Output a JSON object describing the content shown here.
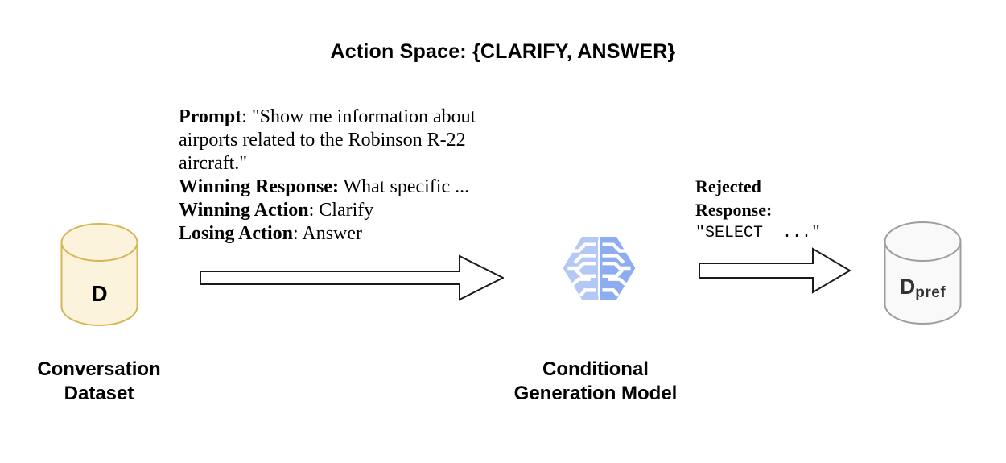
{
  "title": "Action Space: {CLARIFY, ANSWER}",
  "example": {
    "prompt_label": "Prompt",
    "prompt_rest": ": \"Show me information about",
    "line2": "airports related to the Robinson R-22",
    "line3": "aircraft.\"",
    "winning_response_label": "Winning Response:",
    "winning_response_rest": " What specific ...",
    "winning_action_label": "Winning Action",
    "winning_action_rest": ": Clarify",
    "losing_action_label": "Losing Action",
    "losing_action_rest": ": Answer"
  },
  "rejected": {
    "label_line1": "Rejected",
    "label_line2": "Response:",
    "code": "\"SELECT  ...\""
  },
  "conversation_dataset": {
    "cylinder_label": "D",
    "caption_line1": "Conversation",
    "caption_line2": "Dataset"
  },
  "model": {
    "caption_line1": "Conditional",
    "caption_line2": "Generation Model",
    "icon": "brain-icon"
  },
  "preference_dataset": {
    "label_main": "D",
    "label_sub": "pref"
  },
  "colors": {
    "dataset_fill": "#FCF3DC",
    "dataset_stroke": "#D6B656",
    "output_fill": "#F9F9F9",
    "output_stroke": "#9E9E9E",
    "brain_left": "#B4C8F5",
    "brain_right": "#8EADF1",
    "arrow_fill": "#FFFFFF",
    "arrow_stroke": "#1A1A1A"
  }
}
